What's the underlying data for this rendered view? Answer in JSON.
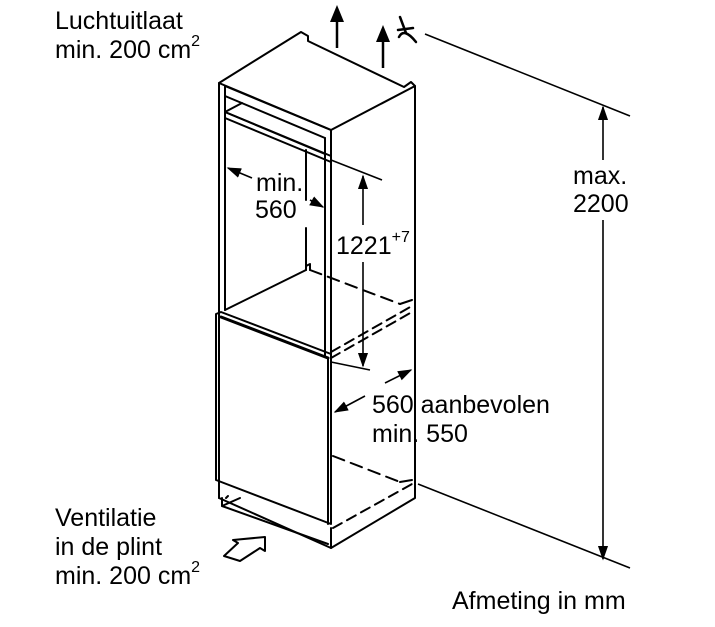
{
  "diagram": {
    "type": "installation-dimension-drawing",
    "subject": "built-in refrigerator niche",
    "labels": {
      "air_outlet": {
        "line1": "Luchtuitlaat",
        "line2": "min. 200 cm",
        "sup": "2"
      },
      "niche_width": {
        "line1": "min.",
        "line2": "560"
      },
      "niche_height": {
        "value": "1221",
        "tolerance": "+7"
      },
      "max_height": {
        "line1": "max.",
        "line2": "2200"
      },
      "niche_depth": {
        "line1": "560 aanbevolen",
        "line2": "min. 550"
      },
      "ventilation": {
        "line1": "Ventilatie",
        "line2": "in de plint",
        "line3": "min. 200 cm",
        "sup": "2"
      },
      "unit_note": "Afmeting in mm"
    },
    "colors": {
      "stroke": "#000000",
      "background": "#ffffff"
    }
  }
}
